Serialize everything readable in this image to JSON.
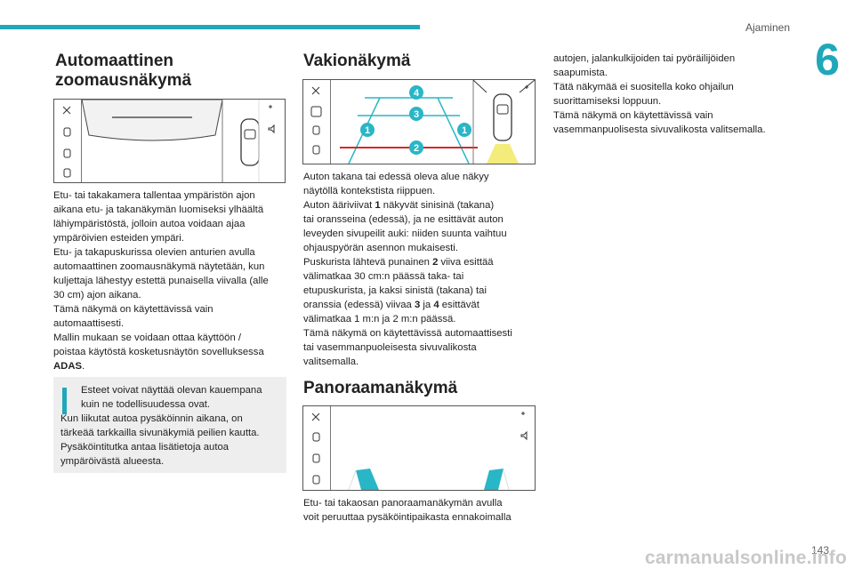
{
  "header": {
    "section": "Ajaminen",
    "chapter": "6"
  },
  "col1": {
    "title_line1": "Automaattinen",
    "title_line2": "zoomausnäkymä",
    "body": [
      "Etu- tai takakamera tallentaa ympäristön ajon",
      "aikana etu- ja takanäkymän luomiseksi ylhäältä",
      "lähiympäristöstä, jolloin autoa voidaan ajaa",
      "ympäröivien esteiden ympäri.",
      "Etu- ja takapuskurissa olevien anturien avulla",
      "automaattinen zoomausnäkymä näytetään, kun",
      "kuljettaja lähestyy estettä punaisella viivalla (alle",
      "30 cm) ajon aikana.",
      "Tämä näkymä on käytettävissä vain",
      "automaattisesti.",
      "Mallin mukaan se voidaan ottaa käyttöön /",
      "poistaa käytöstä kosketusnäytön sovelluksessa"
    ],
    "body_last_bold": "ADAS",
    "body_last_suffix": ".",
    "note_line1": "Esteet voivat näyttää olevan kauempana",
    "note_line2": "kuin ne todellisuudessa ovat.",
    "note_rest": [
      "Kun liikutat autoa pysäköinnin aikana, on",
      "tärkeää tarkkailla sivunäkymiä peilien kautta.",
      "Pysäköintitutka antaa lisätietoja autoa",
      "ympäröivästä alueesta."
    ]
  },
  "col2": {
    "title": "Vakionäkymä",
    "markers": [
      "4",
      "3",
      "1",
      "1",
      "2"
    ],
    "p1": [
      "Auton takana tai edessä oleva alue näkyy",
      "näytöllä kontekstista riippuen."
    ],
    "p2a": "Auton ääriviivat ",
    "p2b": "1",
    "p2c": " näkyvät sinisinä (takana)",
    "p2rest": [
      "tai oransseina (edessä), ja ne esittävät auton",
      "leveyden sivupeilit auki: niiden suunta vaihtuu",
      "ohjauspyörän asennon mukaisesti."
    ],
    "p3a": "Puskurista lähtevä punainen ",
    "p3b": "2",
    "p3c": " viiva esittää",
    "p3rest": [
      "välimatkaa 30 cm:n päässä taka- tai",
      "etupuskurista, ja kaksi sinistä (takana) tai"
    ],
    "p4a": "oranssia (edessä) viivaa ",
    "p4b": "3",
    "p4c": " ja ",
    "p4d": "4",
    "p4e": " esittävät",
    "p4rest": [
      "välimatkaa 1 m:n ja 2 m:n päässä.",
      "Tämä näkymä on käytettävissä automaattisesti",
      "tai vasemmanpuoleisesta sivuvalikosta",
      "valitsemalla."
    ],
    "title2": "Panoraamanäkymä",
    "p5": [
      "Etu- tai takaosan panoraamanäkymän avulla",
      "voit peruuttaa pysäköintipaikasta ennakoimalla"
    ]
  },
  "col3": {
    "lines": [
      "autojen, jalankulkijoiden tai pyöräilijöiden",
      "saapumista.",
      "Tätä näkymää ei suositella koko ohjailun",
      "suorittamiseksi loppuun.",
      "Tämä näkymä on käytettävissä vain",
      "vasemmanpuolisesta sivuvalikosta valitsemalla."
    ]
  },
  "footer": {
    "page": "143",
    "watermark": "carmanualsonline.info"
  },
  "colors": {
    "accent": "#1fa7ba",
    "note_bg": "#eeeeee",
    "guide_blue": "#29b6c6",
    "guide_red": "#d62828",
    "zone_yellow": "#f3ec7a"
  },
  "icons": [
    "close-icon",
    "settings-icon",
    "sound-icon",
    "car-icon",
    "parking-sensor-icon",
    "info-icon"
  ]
}
